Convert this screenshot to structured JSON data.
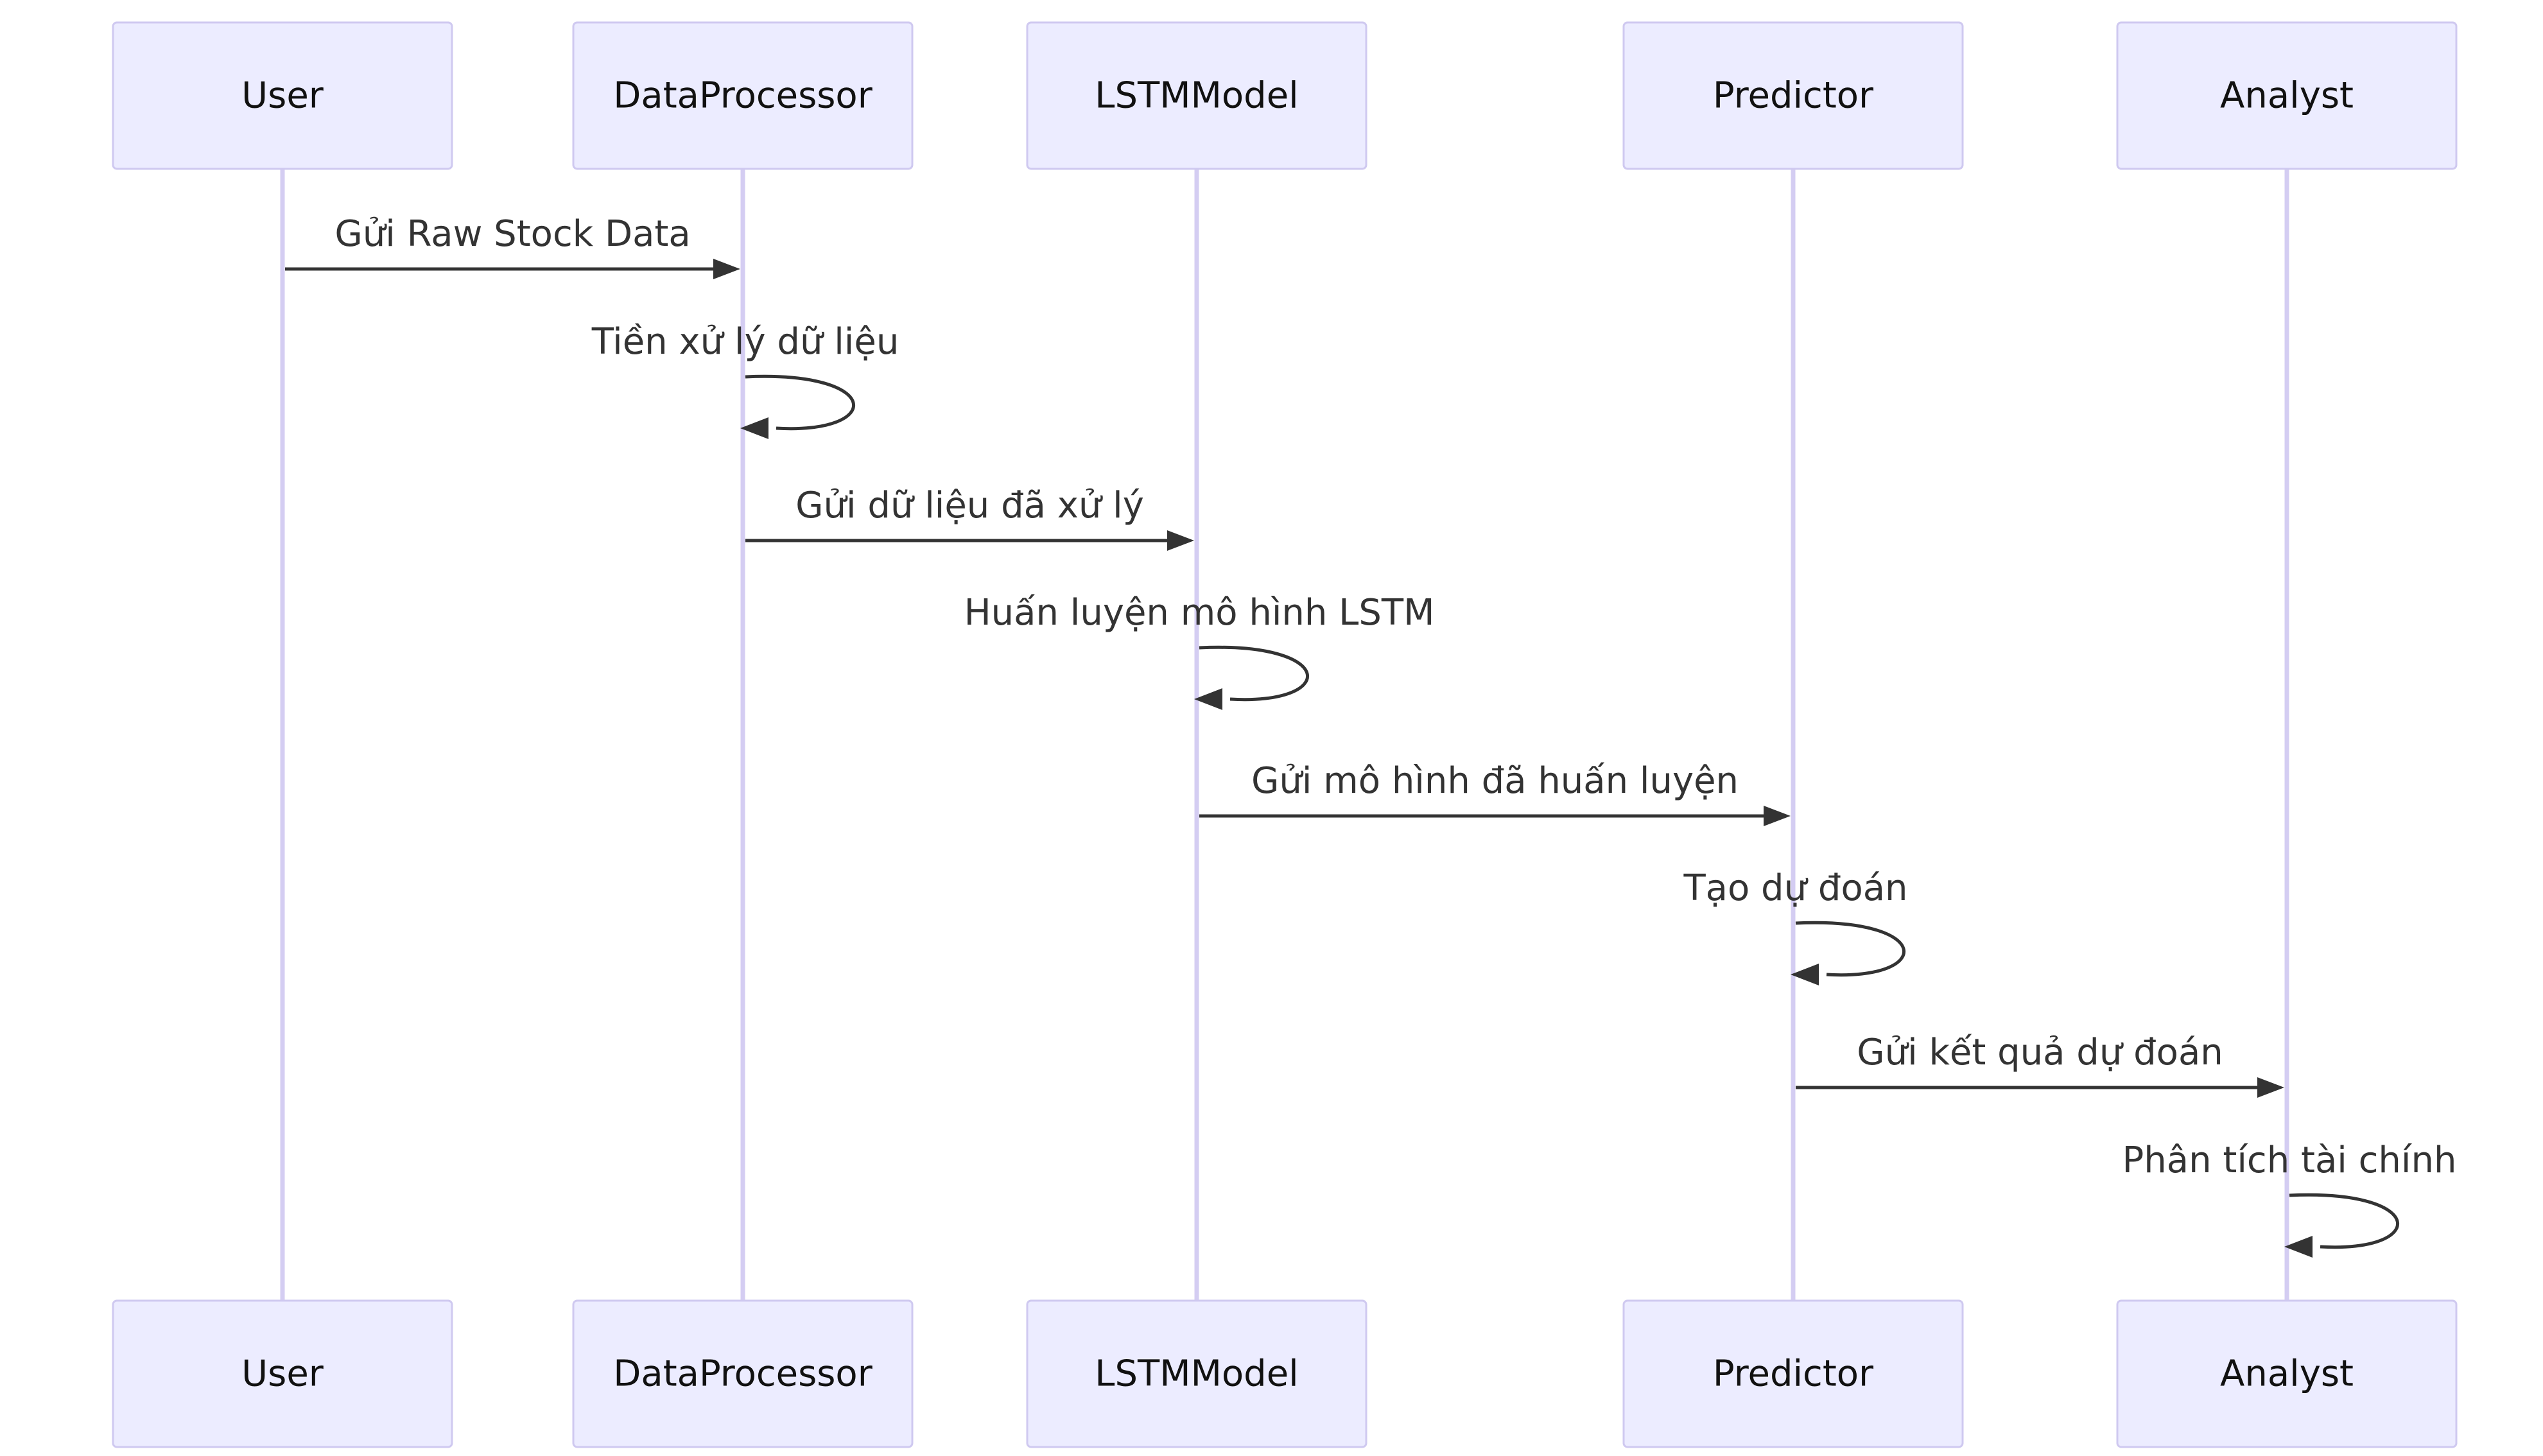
{
  "diagram": {
    "type": "sequence",
    "participants": [
      {
        "id": "user",
        "label": "User"
      },
      {
        "id": "dataprocessor",
        "label": "DataProcessor"
      },
      {
        "id": "lstmmodel",
        "label": "LSTMModel"
      },
      {
        "id": "predictor",
        "label": "Predictor"
      },
      {
        "id": "analyst",
        "label": "Analyst"
      }
    ],
    "messages": [
      {
        "from": "user",
        "to": "dataprocessor",
        "label": "Gửi Raw Stock Data"
      },
      {
        "from": "dataprocessor",
        "to": "dataprocessor",
        "label": "Tiền xử lý dữ liệu"
      },
      {
        "from": "dataprocessor",
        "to": "lstmmodel",
        "label": "Gửi dữ liệu đã xử lý"
      },
      {
        "from": "lstmmodel",
        "to": "lstmmodel",
        "label": "Huấn luyện mô hình LSTM"
      },
      {
        "from": "lstmmodel",
        "to": "predictor",
        "label": "Gửi mô hình đã huấn luyện"
      },
      {
        "from": "predictor",
        "to": "predictor",
        "label": "Tạo dự đoán"
      },
      {
        "from": "predictor",
        "to": "analyst",
        "label": "Gửi kết quả dự đoán"
      },
      {
        "from": "analyst",
        "to": "analyst",
        "label": "Phân tích tài chính"
      }
    ]
  },
  "colors": {
    "actor_fill": "#ECECFF",
    "actor_border": "#CFC9F0",
    "lifeline": "#D4CDF2",
    "arrow": "#333333",
    "text": "#111111"
  }
}
